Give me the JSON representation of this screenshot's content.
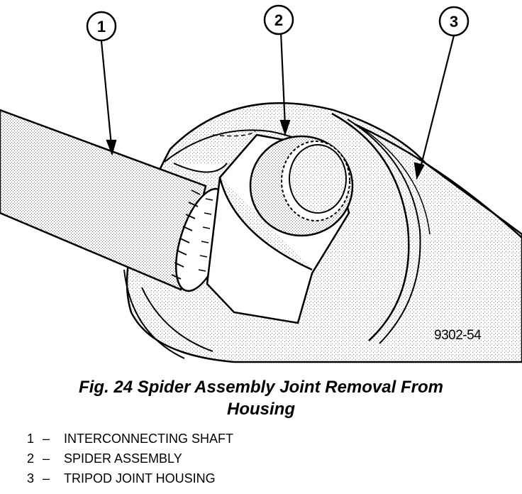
{
  "figure": {
    "code": "9302-54",
    "callouts": [
      "1",
      "2",
      "3"
    ]
  },
  "caption": {
    "line1": "Fig. 24 Spider Assembly Joint Removal From",
    "line2": "Housing"
  },
  "legend": [
    {
      "num": "1",
      "dash": "–",
      "label": "INTERCONNECTING SHAFT"
    },
    {
      "num": "2",
      "dash": "–",
      "label": "SPIDER ASSEMBLY"
    },
    {
      "num": "3",
      "dash": "–",
      "label": "TRIPOD JOINT HOUSING"
    }
  ]
}
